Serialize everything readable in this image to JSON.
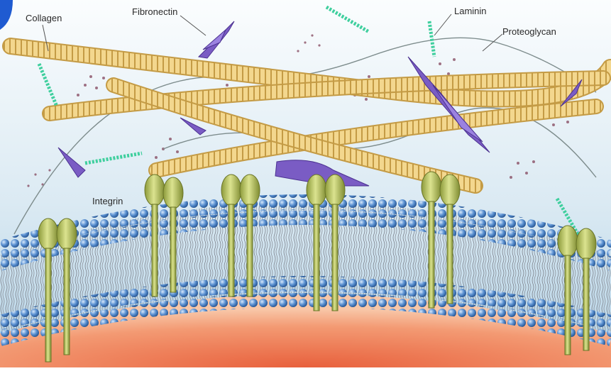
{
  "labels": {
    "collagen": "Collagen",
    "fibronectin": "Fibronectin",
    "laminin": "Laminin",
    "proteoglycan": "Proteoglycan",
    "integrin": "Integrin"
  },
  "colors": {
    "background_top": "#f4f9fb",
    "background_bottom": "#bcd8e8",
    "collagen": "#f2d488",
    "collagen_stripe": "#c9a14a",
    "fibronectin": "#7a5cc4",
    "laminin": "#3fcf9e",
    "proteoglycan": "#8a5066",
    "integrin": "#b9c468",
    "membrane_head": "#3d78c4",
    "cytoplasm": "#f07b55"
  }
}
